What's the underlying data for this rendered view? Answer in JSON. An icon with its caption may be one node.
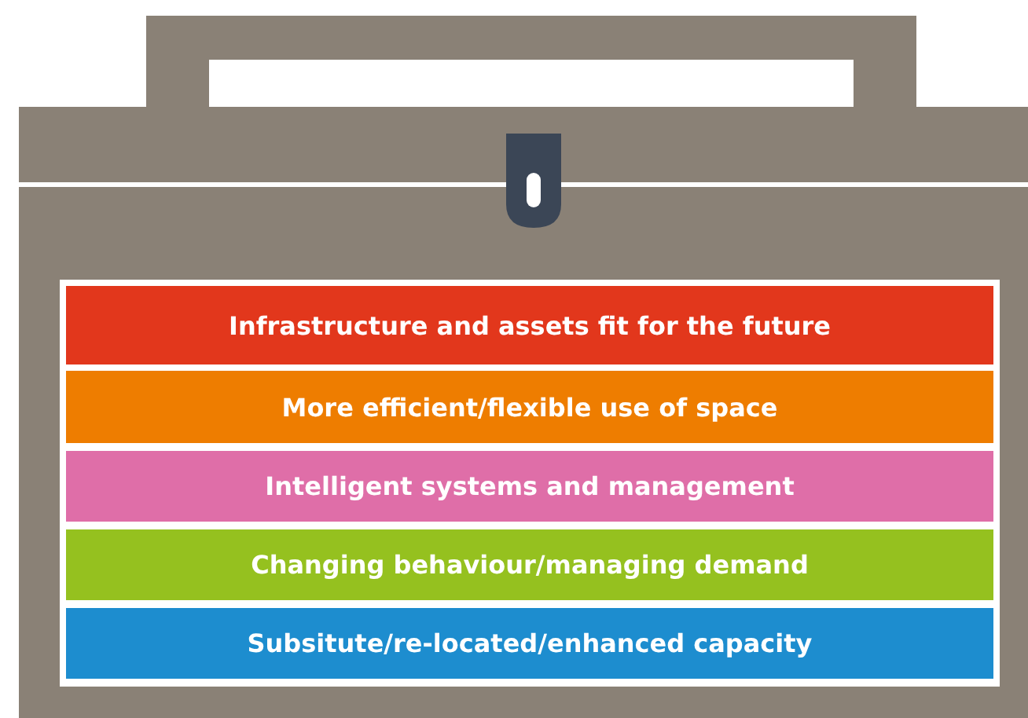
{
  "diagram": {
    "nodes": [
      {
        "text": [
          "Infrastructure and assets fit for the future"
        ]
      },
      {
        "text": [
          "More efficient/flexible use of space"
        ]
      },
      {
        "text": [
          "Intelligent systems and management"
        ]
      },
      {
        "text": [
          "Changing behaviour/managing demand"
        ]
      },
      {
        "text": [
          "Subsitute/re-located/enhanced capacity"
        ]
      }
    ]
  }
}
